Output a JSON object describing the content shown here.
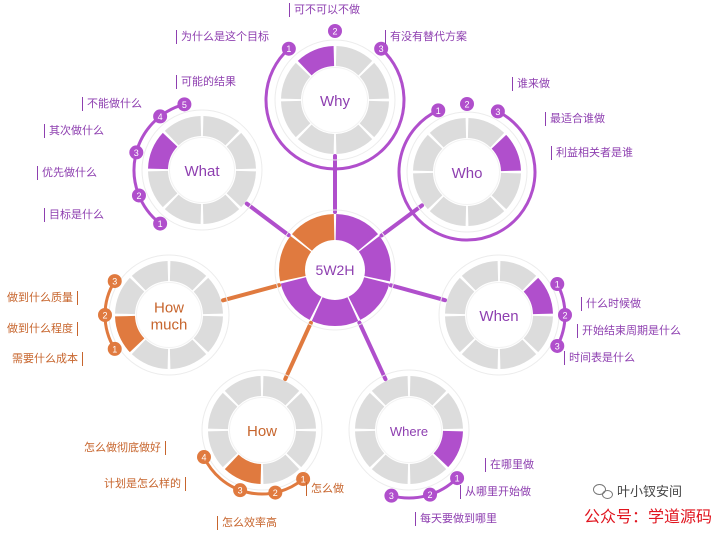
{
  "colors": {
    "purple": "#b04fcc",
    "purple_text": "#8e3fb0",
    "orange": "#e07a3f",
    "orange_text": "#c7652d",
    "ring": "#dcdcdc",
    "ring_divider": "#ffffff"
  },
  "center": {
    "label": "5W2H",
    "segments": [
      {
        "color": "purple"
      },
      {
        "color": "purple"
      },
      {
        "color": "purple"
      },
      {
        "color": "purple"
      },
      {
        "color": "purple"
      },
      {
        "color": "orange"
      },
      {
        "color": "orange"
      }
    ]
  },
  "nodes": [
    {
      "key": "why",
      "title": "Why",
      "color": "purple",
      "filled_segments": 1,
      "badges": [
        "1",
        "2",
        "3"
      ],
      "items": [
        "为什么是这个目标",
        "可不可以不做",
        "有没有替代方案"
      ]
    },
    {
      "key": "what",
      "title": "What",
      "color": "purple",
      "filled_segments": 1,
      "badges": [
        "1",
        "2",
        "3",
        "4",
        "5"
      ],
      "items": [
        "目标是什么",
        "优先做什么",
        "其次做什么",
        "不能做什么",
        "可能的结果"
      ]
    },
    {
      "key": "who",
      "title": "Who",
      "color": "purple",
      "filled_segments": 1,
      "badges": [
        "1",
        "2",
        "3"
      ],
      "items": [
        "谁来做",
        "最适合谁做",
        "利益相关者是谁"
      ]
    },
    {
      "key": "when",
      "title": "When",
      "color": "purple",
      "filled_segments": 1,
      "badges": [
        "1",
        "2",
        "3"
      ],
      "items": [
        "什么时候做",
        "开始结束周期是什么",
        "时间表是什么"
      ]
    },
    {
      "key": "where",
      "title": "Where",
      "color": "purple",
      "filled_segments": 1,
      "badges": [
        "1",
        "2",
        "3"
      ],
      "items": [
        "在哪里做",
        "从哪里开始做",
        "每天要做到哪里"
      ]
    },
    {
      "key": "how",
      "title": "How",
      "color": "orange",
      "filled_segments": 1,
      "badges": [
        "1",
        "2",
        "3",
        "4"
      ],
      "items": [
        "怎么做",
        "怎么效率高",
        "计划是怎么样的",
        "怎么做彻底做好"
      ]
    },
    {
      "key": "howmuch",
      "title": "How much",
      "title_lines": [
        "How",
        "much"
      ],
      "color": "orange",
      "filled_segments": 1,
      "badges": [
        "1",
        "2",
        "3"
      ],
      "items": [
        "需要什么成本",
        "做到什么程度",
        "做到什么质量"
      ]
    }
  ],
  "watermark": {
    "account": "叶小钗安间",
    "line": "公众号：学道源码"
  }
}
